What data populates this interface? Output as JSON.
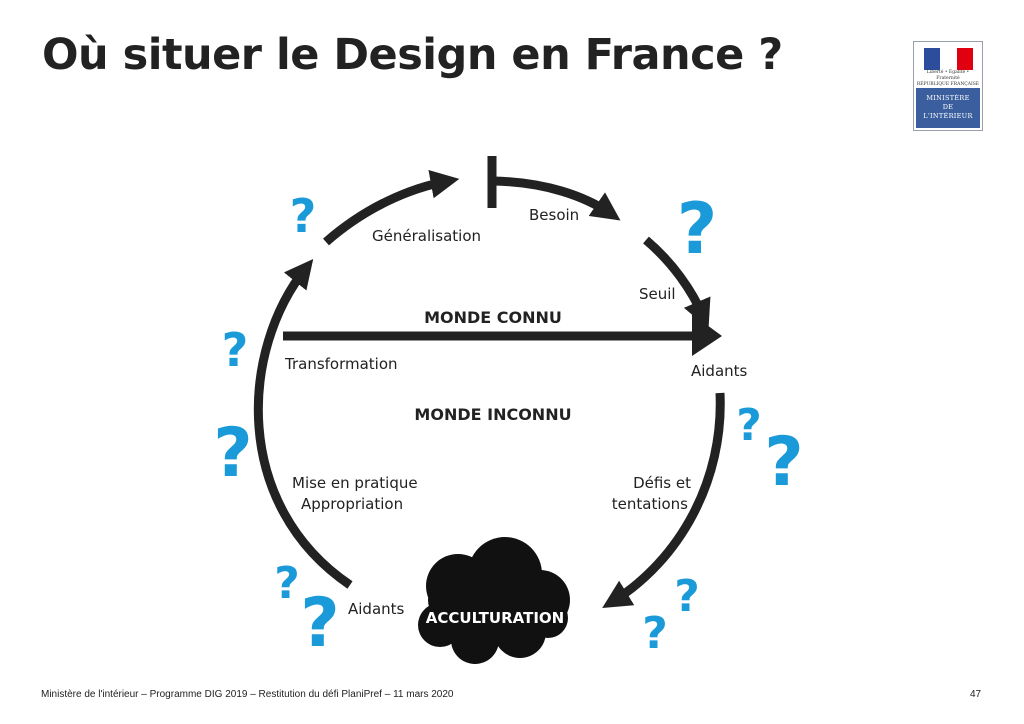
{
  "title": "Où situer le Design en France ?",
  "logo": {
    "republique_text": "Liberté • Égalité • Fraternité\nRÉPUBLIQUE FRANÇAISE",
    "ministry_text": "MINISTÈRE\nDE\nL'INTÉRIEUR",
    "flag_colors": [
      "#2b4d9b",
      "#ffffff",
      "#e1000f"
    ],
    "band_color": "#3b5f9e"
  },
  "diagram": {
    "world_known": "MONDE CONNU",
    "world_unknown": "MONDE INCONNU",
    "stages": {
      "besoin": "Besoin",
      "seuil": "Seuil",
      "aidants_right": "Aidants",
      "defis_1": "Défis et",
      "defis_2": "tentations",
      "acculturation": "ACCULTURATION",
      "aidants_left": "Aidants",
      "mise_1": "Mise en pratique",
      "mise_2": "Appropriation",
      "transformation": "Transformation",
      "generalisation": "Généralisation"
    },
    "question_mark": "?",
    "accent_color": "#1a9ad9",
    "arrow_color": "#222222"
  },
  "footer": {
    "text": "Ministère de l'intérieur  –  Programme DIG 2019  –  Restitution du défi PlaniPref  –  11 mars 2020",
    "page": "47"
  }
}
